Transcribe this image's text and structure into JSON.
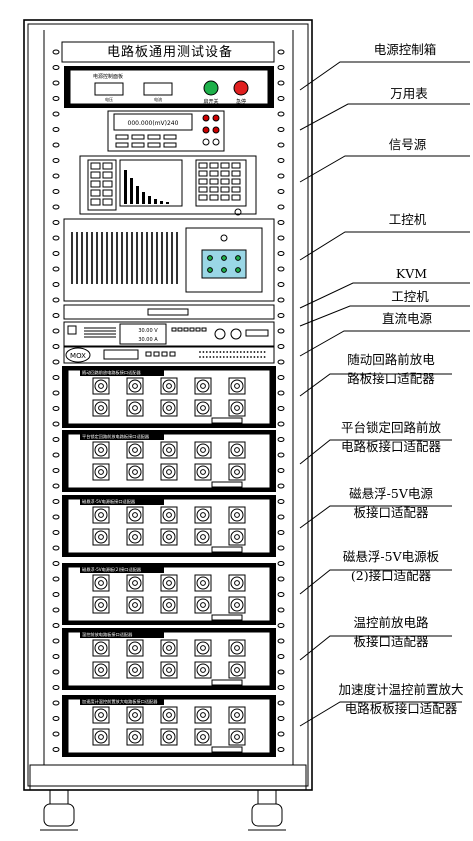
{
  "cabinet_title": "电路板通用测试设备",
  "power_panel": {
    "header": "电源控制面板",
    "meter_left_caption": "电压",
    "meter_right_caption": "电流",
    "start_label": "启开关",
    "stop_label": "急停"
  },
  "multimeter": {
    "display": "000.000(mV)240"
  },
  "dc_supply": {
    "readout_1": "30.00 V",
    "readout_2": "30.00 A"
  },
  "kvm_brand": "MOX",
  "callouts": [
    {
      "id": "power-control-box",
      "lines": [
        "电源控制箱"
      ]
    },
    {
      "id": "multimeter",
      "lines": [
        "万用表"
      ]
    },
    {
      "id": "signal-source",
      "lines": [
        "信号源"
      ]
    },
    {
      "id": "industrial-pc",
      "lines": [
        "工控机"
      ]
    },
    {
      "id": "kvm",
      "lines": [
        "KVM"
      ]
    },
    {
      "id": "industrial-pc-2",
      "lines": [
        "工控机"
      ]
    },
    {
      "id": "dc-power-supply",
      "lines": [
        "直流电源"
      ]
    },
    {
      "id": "adapter-1",
      "lines": [
        "随动回路前放电",
        "路板接口适配器"
      ]
    },
    {
      "id": "adapter-2",
      "lines": [
        "平台锁定回路前放",
        "电路板接口适配器"
      ]
    },
    {
      "id": "adapter-3",
      "lines": [
        "磁悬浮-5V电源",
        "板接口适配器"
      ]
    },
    {
      "id": "adapter-4",
      "lines": [
        "磁悬浮-5V电源板",
        "(2)接口适配器"
      ]
    },
    {
      "id": "adapter-5",
      "lines": [
        "温控前放电路",
        "板接口适配器"
      ]
    },
    {
      "id": "adapter-6",
      "lines": [
        "加速度计温控前置放大",
        "电路板板接口适配器"
      ]
    }
  ],
  "adapters": [
    {
      "name": "随动回路前放电路板接口适配器"
    },
    {
      "name": "平台锁定回路前放电路板接口适配器"
    },
    {
      "name": "磁悬浮-5V电源板接口适配器"
    },
    {
      "name": "磁悬浮-5V电源板(2)接口适配器"
    },
    {
      "name": "温控前放电路板接口适配器"
    },
    {
      "name": "加速度计温控前置放大电路板接口适配器"
    }
  ]
}
